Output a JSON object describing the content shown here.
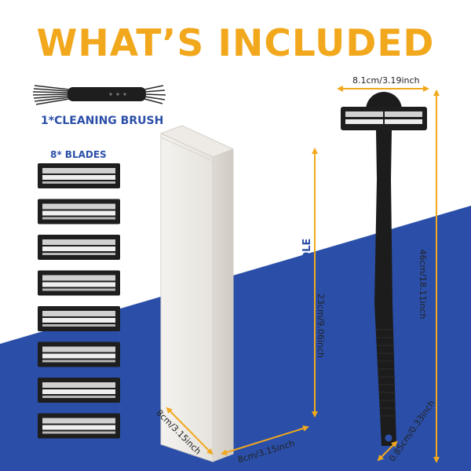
{
  "title": "WHAT’S INCLUDED",
  "labels": {
    "brush": "1*CLEANING BRUSH",
    "blades": "8* BLADES",
    "handle": "1*FOLDABLE HANDLE"
  },
  "dimensions": {
    "handle_width": "8.1cm/3.19inch",
    "box_height": "23cm/9.06inch",
    "box_depth": "8cm/3.15inch",
    "box_width": "8cm/3.15inch",
    "handle_length": "46cm/18.11inch",
    "handle_thickness": "0.85cm/0.33inch"
  },
  "colors": {
    "title": "#f2a81d",
    "arrow": "#f2a81d",
    "blue": "#2b4fa8",
    "label": "#2b4fa8",
    "handle": "#1c1c1c"
  },
  "icons": [
    "cleaning-brush-icon",
    "razor-blade-icon",
    "box-icon",
    "foldable-handle-icon"
  ]
}
